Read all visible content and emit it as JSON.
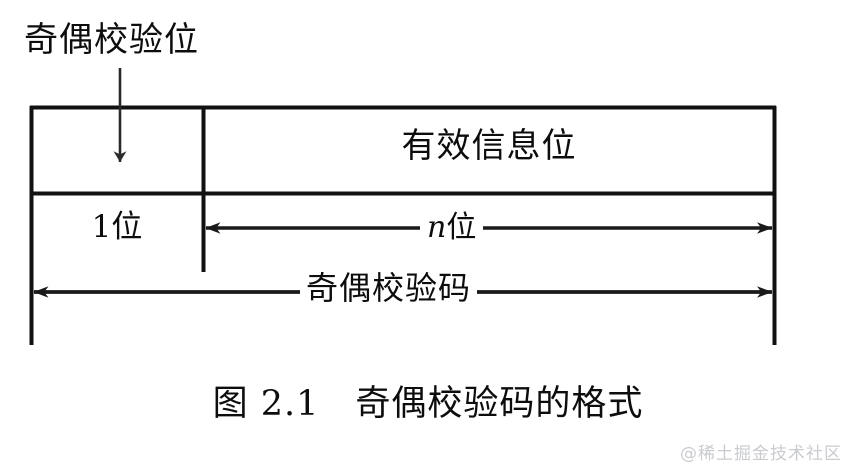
{
  "figure": {
    "title_label": "奇偶校验位",
    "caption_number": "图 2.1",
    "caption_text": "奇偶校验码的格式",
    "ink_color": "#0d0d0d",
    "background_color": "#ffffff"
  },
  "diagram": {
    "type": "field-format-diagram",
    "row1": {
      "left_cell_label": "",
      "right_cell_label": "有效信息位"
    },
    "row2": {
      "left_cell_label": "1位",
      "right_span_label_italic": "n",
      "right_span_label_rest": "位"
    },
    "row3": {
      "full_span_label": "奇偶校验码"
    },
    "arrows": {
      "pointer_down": "down-arrow",
      "payload_width": "double-headed-arrow",
      "total_width": "double-headed-arrow"
    }
  },
  "watermark": {
    "text": "@稀土掘金技术社区",
    "color": "#c9cbcf"
  }
}
